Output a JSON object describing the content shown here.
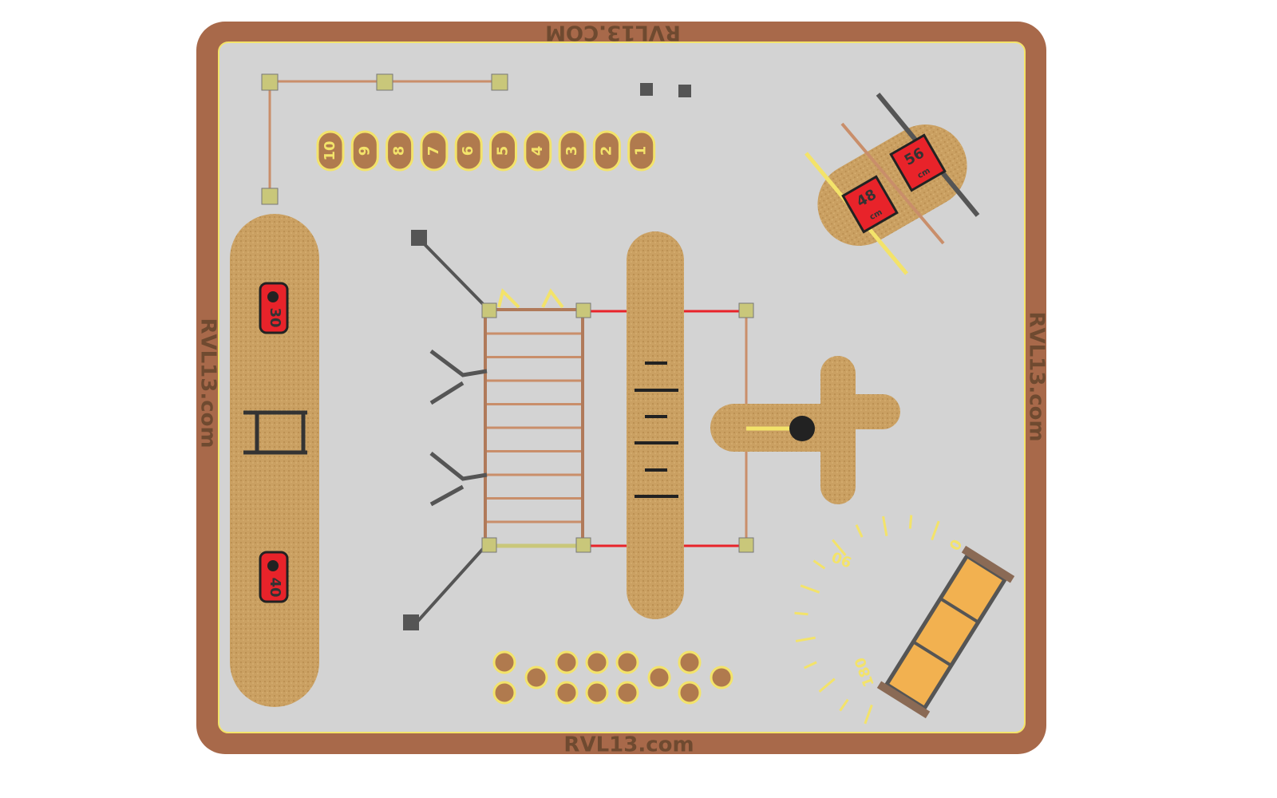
{
  "brand": {
    "top": "RVL13.COM",
    "bottom": "RVL13.com",
    "left": "RVL13.com",
    "right": "RVL13.com"
  },
  "jump_numbers": [
    "10",
    "9",
    "8",
    "7",
    "6",
    "5",
    "4",
    "3",
    "2",
    "1"
  ],
  "jump_plates": [
    {
      "value": "30"
    },
    {
      "value": "40"
    }
  ],
  "step_plates": [
    {
      "value": "48",
      "unit": "cm"
    },
    {
      "value": "56",
      "unit": "cm"
    }
  ],
  "dial_labels": {
    "start": "0",
    "mid": "90",
    "end": "180"
  },
  "colors": {
    "border": "#a8694a",
    "floor": "#d3d3d3",
    "accent": "#f3e36a",
    "rubber": "#c9a060",
    "red": "#e8232a"
  }
}
